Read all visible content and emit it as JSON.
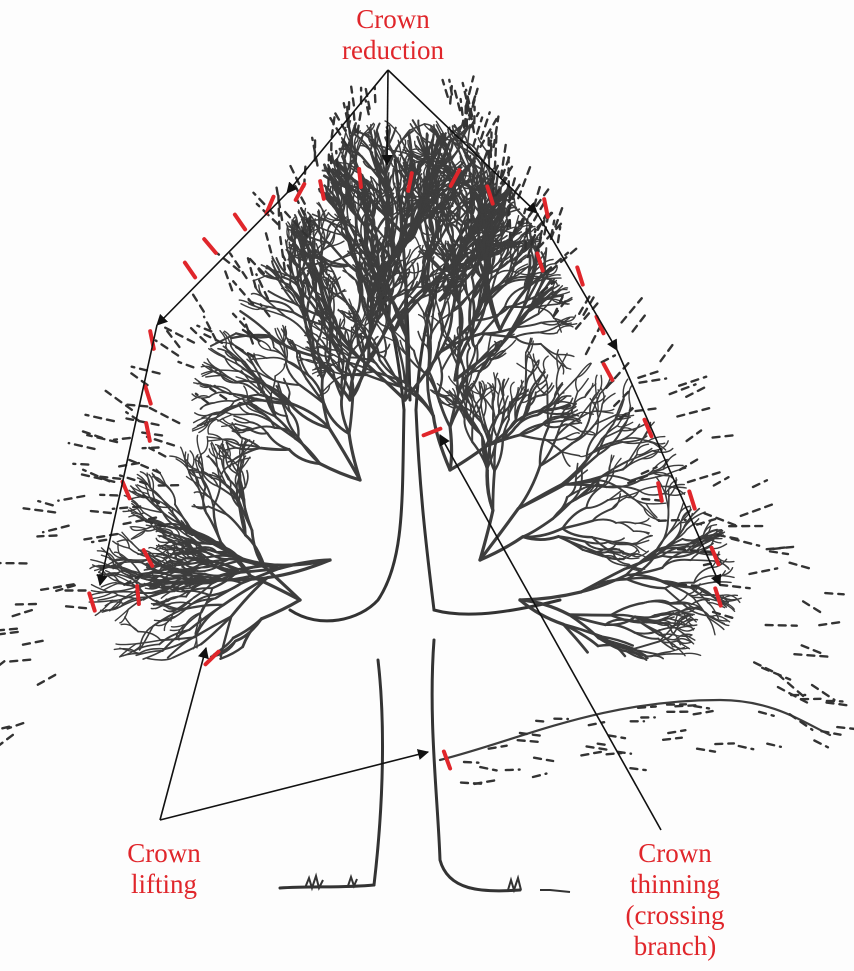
{
  "labels": {
    "crown_reduction": [
      "Crown",
      "reduction"
    ],
    "crown_lifting": [
      "Crown",
      "lifting"
    ],
    "crown_thinning": [
      "Crown",
      "thinning",
      "(crossing",
      "branch)"
    ]
  },
  "colors": {
    "label": "#e0262b",
    "cut_mark": "#e0262b",
    "arrow": "#111111",
    "tree": "#3a3a3a"
  }
}
